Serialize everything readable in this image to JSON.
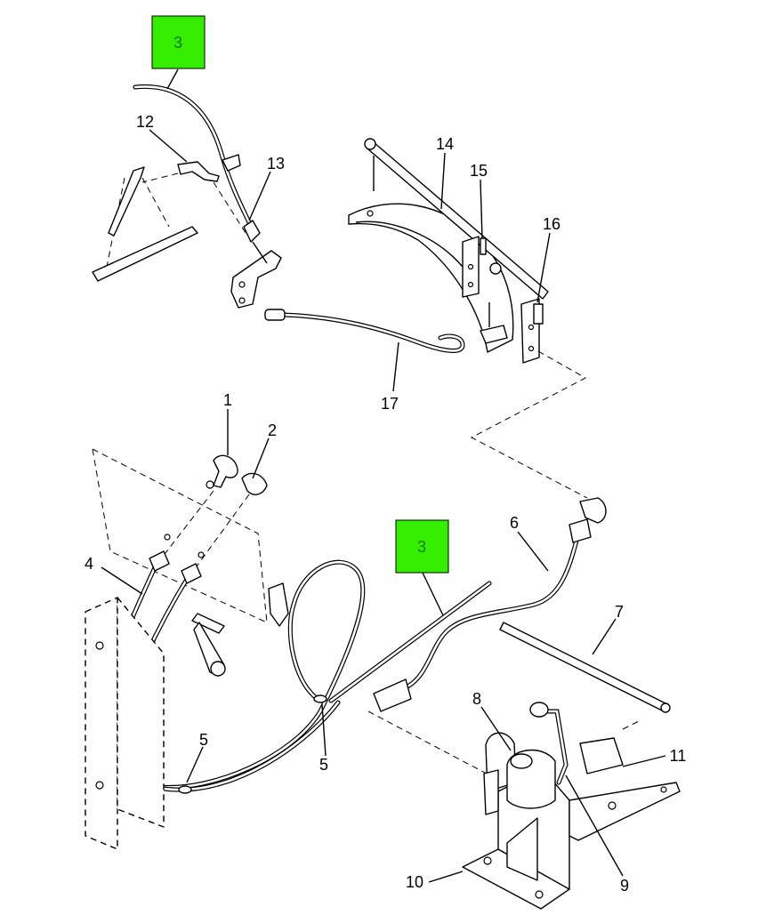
{
  "highlight_color": "#33ee00",
  "highlight_labels": [
    "3",
    "3"
  ],
  "callouts": {
    "c1": "1",
    "c2": "2",
    "c4": "4",
    "c5a": "5",
    "c5b": "5",
    "c6": "6",
    "c7": "7",
    "c8": "8",
    "c9": "9",
    "c10": "10",
    "c11": "11",
    "c12": "12",
    "c13": "13",
    "c14": "14",
    "c15": "15",
    "c16": "16",
    "c17": "17"
  }
}
